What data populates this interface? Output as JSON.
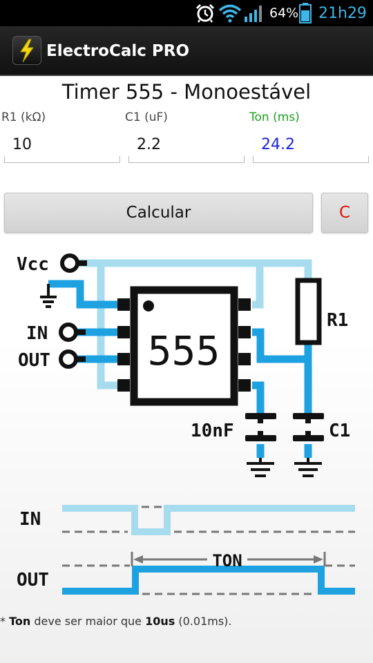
{
  "status_bar": {
    "battery_text": "64%",
    "time": "21h29",
    "icons": [
      "alarm-clock-icon",
      "wifi-icon",
      "signal-icon",
      "battery-icon"
    ]
  },
  "app_bar": {
    "title": "ElectroCalc PRO",
    "icon": "lightning-icon"
  },
  "calculator": {
    "title": "Timer 555 - Monoestável",
    "fields": [
      {
        "label": "R1 (kΩ)",
        "value": "10"
      },
      {
        "label": "C1 (uF)",
        "value": "2.2"
      },
      {
        "label": "Ton (ms)",
        "value": "24.2"
      }
    ],
    "calc_button": "Calcular",
    "clear_button": "C"
  },
  "diagram": {
    "pin_vcc": "Vcc",
    "pin_in": "IN",
    "pin_out": "OUT",
    "chip": "555",
    "resistor": "R1",
    "cap_10n": "10nF",
    "cap_c1": "C1",
    "wave_in": "IN",
    "wave_out": "OUT",
    "ton_label": "TON"
  },
  "note": {
    "prefix": "* ",
    "ton": "Ton",
    "middle": " deve ser maior que ",
    "min": "10us",
    "suffix": " (0.01ms)."
  },
  "colors": {
    "light_blue": "#a7dcef",
    "blue": "#1ea1e0",
    "value_blue": "#1a23d8",
    "label_green": "#1aa01a",
    "clear_red": "#e01010",
    "time_cyan": "#3fb6e8"
  }
}
